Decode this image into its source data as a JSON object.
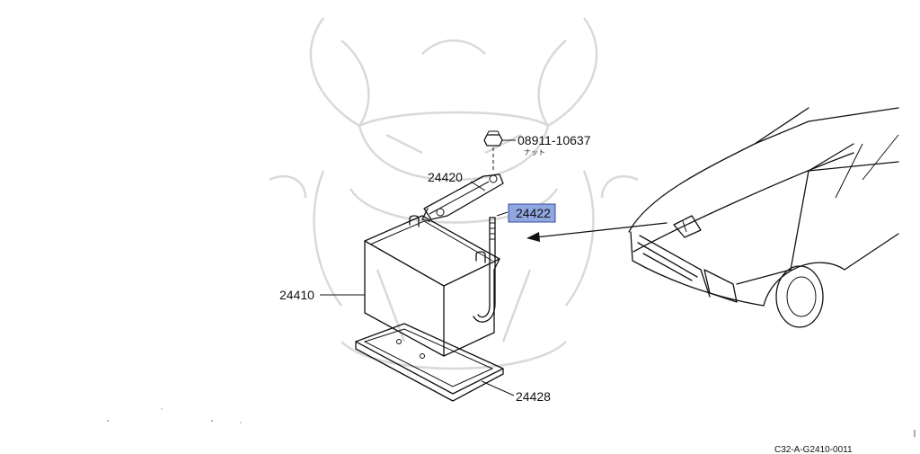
{
  "diagram": {
    "parts": [
      {
        "id": "nut",
        "number": "08911-10637",
        "note": "ナット"
      },
      {
        "id": "clamp",
        "number": "24420"
      },
      {
        "id": "bolt",
        "number": "24422",
        "highlighted": true
      },
      {
        "id": "battery",
        "number": "24410"
      },
      {
        "id": "tray",
        "number": "24428"
      }
    ],
    "reference_code": "C32-A-G2410-0011",
    "watermark": "samurai-helmet-logo",
    "colors": {
      "highlight": "#8fa6e0",
      "line": "#111111",
      "watermark": "#d9d9d9"
    }
  }
}
